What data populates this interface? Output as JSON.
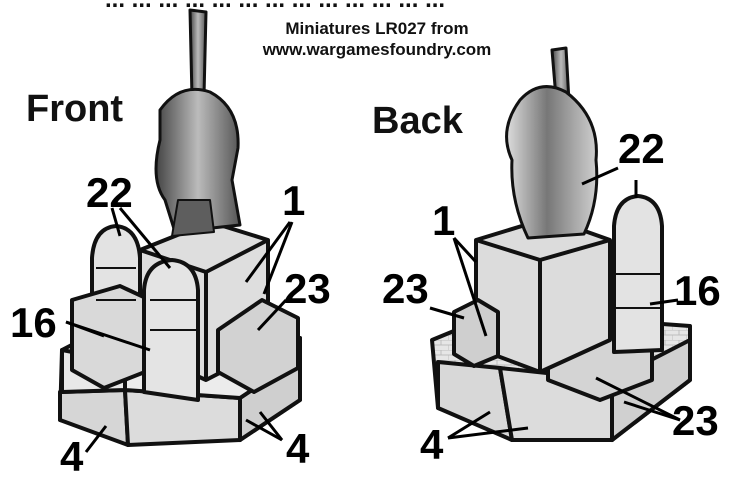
{
  "top_text": "... ... ... ... ... ... ... ... ... ... ... ... ...",
  "credit": {
    "line1": "Miniatures LR027 from",
    "line2": "www.wargamesfoundry.com"
  },
  "views": {
    "front": "Front",
    "back": "Back"
  },
  "callouts_front": {
    "c22": "22",
    "c1": "1",
    "c16": "16",
    "c23": "23",
    "c4a": "4",
    "c4b": "4"
  },
  "callouts_back": {
    "c22": "22",
    "c1": "1",
    "c23a": "23",
    "c16": "16",
    "c23b": "23",
    "c4": "4"
  },
  "colors": {
    "stone": "#e4e4e4",
    "stone_dark": "#b9b9b9",
    "outline": "#111111",
    "figure": "#7a7a7a"
  }
}
